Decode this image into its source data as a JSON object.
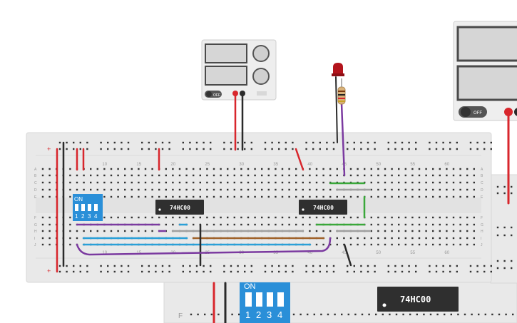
{
  "colors": {
    "breadboard": "#e9e9e9",
    "breadboard_border": "#d8d8d8",
    "hole": "#333333",
    "chip": "#2f2f2f",
    "dip_switch": "#2a8fd8",
    "wire_red": "#d8262c",
    "wire_black": "#2a2a2a",
    "wire_purple": "#7b3aa0",
    "wire_blue": "#2aa0d8",
    "wire_green": "#3aa83a",
    "wire_gray": "#a0a0a0",
    "wire_brown": "#a0622a",
    "led": "#b3141c",
    "psu_body": "#eeeeee"
  },
  "rows_top": [
    "A",
    "B",
    "C",
    "D",
    "E"
  ],
  "rows_bottom": [
    "F",
    "G",
    "H",
    "I",
    "J"
  ],
  "col_numbers_top": [
    "10",
    "15",
    "20",
    "25",
    "30",
    "35",
    "40",
    "45",
    "50",
    "55",
    "60"
  ],
  "col_numbers_bottom": [
    "10",
    "15",
    "20",
    "25",
    "30",
    "35",
    "40",
    "45",
    "50",
    "55",
    "60"
  ],
  "rail_plus": "+",
  "rail_minus": "−",
  "chips": [
    {
      "label": "74HC00"
    },
    {
      "label": "74HC00"
    },
    {
      "label": "74HC00"
    }
  ],
  "dip_switch": {
    "on_label": "ON",
    "numbers": [
      "1",
      "2",
      "3",
      "4"
    ]
  },
  "dip_switch_2": {
    "on_label": "ON",
    "numbers": [
      "1",
      "2",
      "3",
      "4"
    ]
  },
  "psu_small": {
    "toggle_label": "OFF"
  },
  "psu_large": {
    "toggle_label": "OFF"
  },
  "bottom_row_label": "F",
  "icons": [
    "power-supply",
    "led",
    "resistor",
    "dip-switch",
    "ic-chip",
    "breadboard"
  ]
}
